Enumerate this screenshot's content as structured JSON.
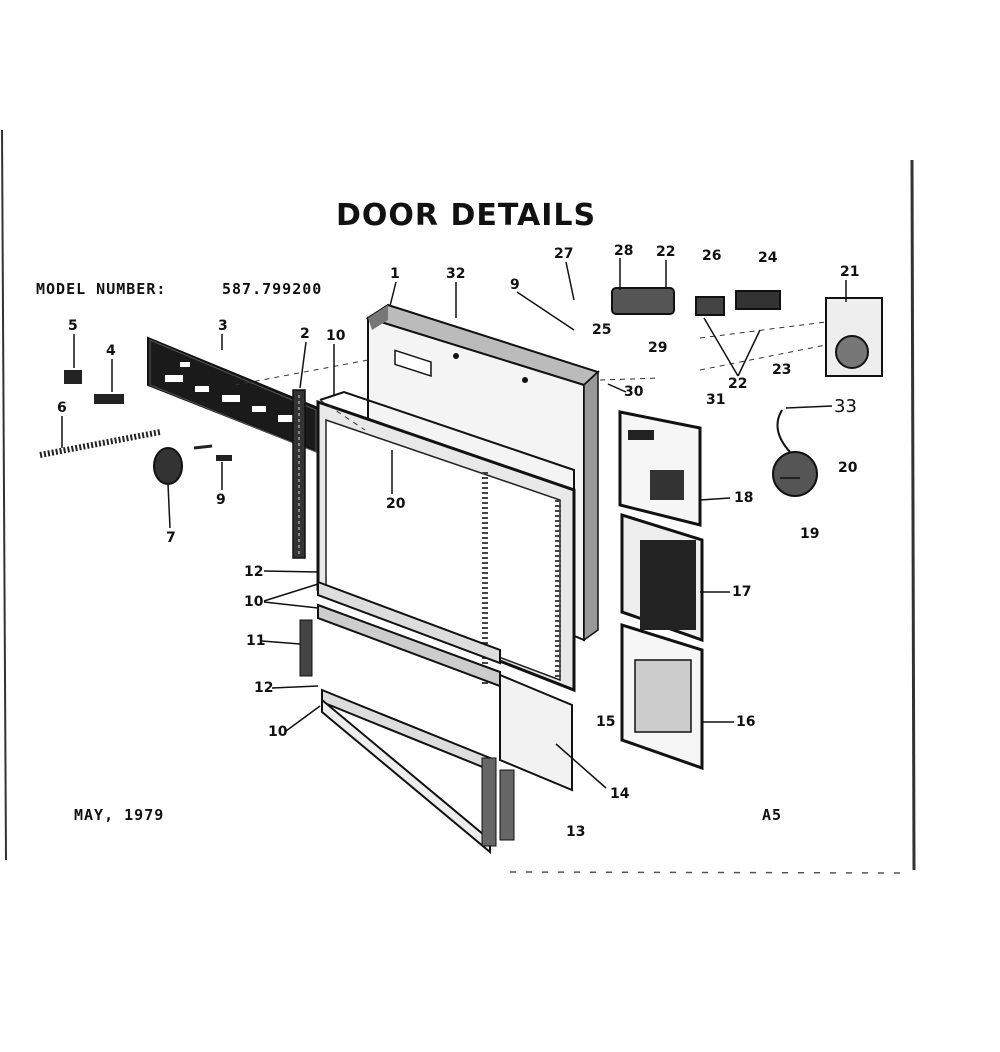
{
  "title": "DOOR DETAILS",
  "model_label": "MODEL NUMBER:",
  "model_number": "587.799200",
  "date": "MAY, 1979",
  "page_code": "A5",
  "callouts": [
    "1",
    "32",
    "27",
    "28",
    "22",
    "26",
    "24",
    "21",
    "9",
    "25",
    "29",
    "31",
    "30",
    "22",
    "23",
    "33",
    "20",
    "19",
    "18",
    "17",
    "16",
    "15",
    "14",
    "13",
    "5",
    "4",
    "3",
    "2",
    "10",
    "6",
    "9",
    "7",
    "20",
    "12",
    "10",
    "11",
    "12",
    "10"
  ]
}
